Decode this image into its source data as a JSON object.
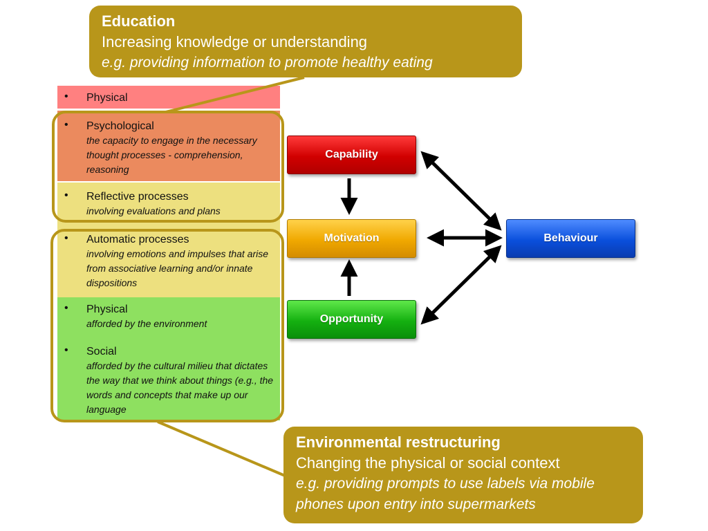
{
  "education": {
    "title": "Education",
    "subtitle": "Increasing knowledge or understanding",
    "example": "e.g. providing information to promote healthy eating"
  },
  "components": {
    "physical_capability": {
      "bullet": "•",
      "title": "Physical"
    },
    "psychological": {
      "bullet": "•",
      "title": "Psychological",
      "desc": "the capacity to engage in the necessary thought processes - comprehension, reasoning"
    },
    "reflective": {
      "bullet": "•",
      "title": "Reflective processes",
      "desc": "involving evaluations and plans"
    },
    "automatic": {
      "bullet": "•",
      "title": "Automatic processes",
      "desc": "involving emotions and impulses that arise from associative learning and/or innate dispositions"
    },
    "physical_opportunity": {
      "bullet": "•",
      "title": "Physical",
      "desc": "afforded by the environment"
    },
    "social": {
      "bullet": "•",
      "title": "Social",
      "desc": "afforded by the cultural milieu that dictates the way that we think about things (e.g., the words and concepts that make up our language"
    }
  },
  "comb": {
    "capability": "Capability",
    "motivation": "Motivation",
    "opportunity": "Opportunity",
    "behaviour": "Behaviour"
  },
  "environmental": {
    "title": "Environmental restructuring",
    "subtitle": "Changing the physical or social context",
    "example": "e.g. providing prompts to use labels via mobile phones upon entry into supermarkets"
  },
  "colors": {
    "callout": "#b8961a",
    "capability": "#d10000",
    "motivation": "#f0a800",
    "opportunity": "#14b010",
    "behaviour": "#0a4fdc",
    "band_red": "#ff8080",
    "band_orange": "#eb8a5e",
    "band_yellow": "#ede07f",
    "band_green": "#8ee060"
  }
}
